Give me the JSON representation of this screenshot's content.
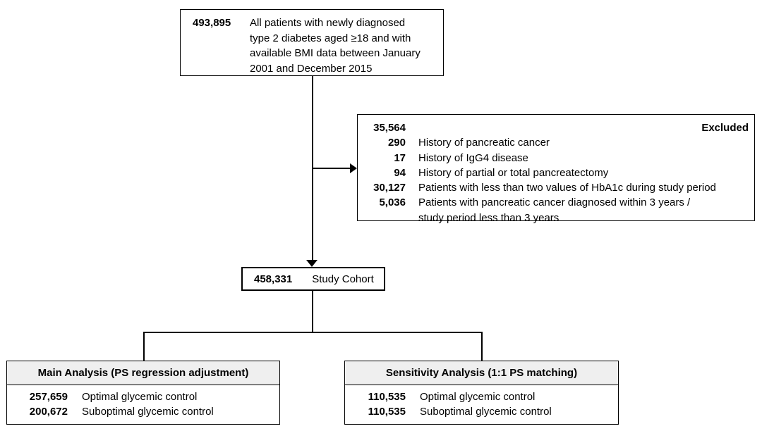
{
  "diagram": {
    "top_box": {
      "value": "493,895",
      "label": "All patients with newly diagnosed\ntype 2 diabetes aged ≥18 and with\navailable BMI data between January\n2001 and December 2015"
    },
    "excluded_box": {
      "rows": [
        {
          "value": "35,564",
          "label": "Excluded"
        },
        {
          "value": "290",
          "label": "History of pancreatic cancer"
        },
        {
          "value": "17",
          "label": "History of IgG4 disease"
        },
        {
          "value": "94",
          "label": "History of partial or total pancreatectomy"
        },
        {
          "value": "30,127",
          "label": "Patients with less than two values of HbA1c during study period"
        },
        {
          "value": "5,036",
          "label": "Patients with pancreatic cancer diagnosed within 3 years /\nstudy period less than 3 years"
        }
      ]
    },
    "cohort_box": {
      "value": "458,331",
      "label": "Study Cohort"
    },
    "main_analysis_box": {
      "title": "Main Analysis (PS regression adjustment)",
      "rows": [
        {
          "value": "257,659",
          "label": "Optimal glycemic control"
        },
        {
          "value": "200,672",
          "label": "Suboptimal glycemic control"
        }
      ]
    },
    "sensitivity_analysis_box": {
      "title": "Sensitivity Analysis (1:1 PS matching)",
      "rows": [
        {
          "value": "110,535",
          "label": "Optimal glycemic control"
        },
        {
          "value": "110,535",
          "label": "Suboptimal glycemic control"
        }
      ]
    },
    "colors": {
      "border": "#000000",
      "text": "#000000",
      "header_bg": "#efefef",
      "background": "#ffffff"
    }
  }
}
